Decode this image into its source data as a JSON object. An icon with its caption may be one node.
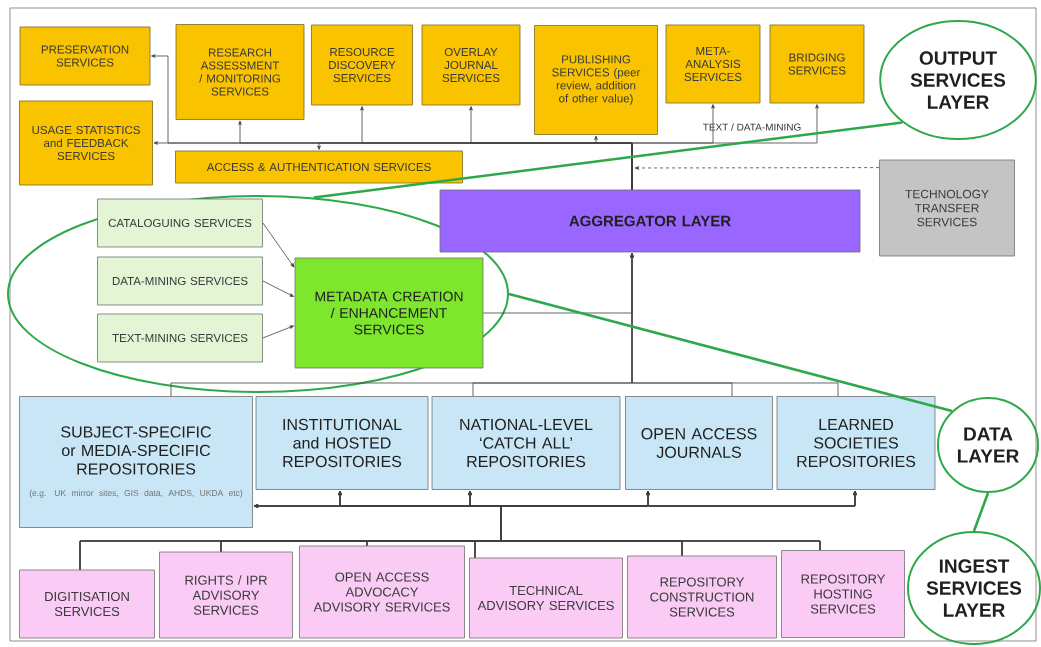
{
  "diagram": {
    "nodes": [
      {
        "text": [
          "PRESERVATION SERVICES"
        ]
      },
      {
        "text": [
          "RESEARCH ASSESSMENT / MONITORING SERVICES"
        ]
      },
      {
        "text": [
          "RESOURCE DISCOVERY SERVICES"
        ]
      },
      {
        "text": [
          "OVERLAY JOURNAL SERVICES"
        ]
      },
      {
        "text": [
          "PUBLISHING SERVICES (peer review, addition of other value)"
        ]
      },
      {
        "text": [
          "META-ANALYSIS SERVICES"
        ]
      },
      {
        "text": [
          "BRIDGING SERVICES"
        ]
      },
      {
        "text": [
          "USAGE STATISTICS and FEEDBACK SERVICES"
        ]
      },
      {
        "text": [
          "ACCESS & AUTHENTICATION SERVICES"
        ]
      },
      {
        "text": [
          "OUTPUT SERVICES LAYER"
        ]
      },
      {
        "text": [],
        "shape": "ellipse"
      },
      {
        "text": [
          "CATALOGUING SERVICES"
        ],
        "in": 10
      },
      {
        "text": [
          "DATA-MINING SERVICES"
        ],
        "in": 10
      },
      {
        "text": [
          "TEXT-MINING SERVICES"
        ],
        "in": 10
      },
      {
        "text": [
          "METADATA CREATION / ENHANCEMENT SERVICES"
        ],
        "in": 10
      },
      {
        "text": [
          "AGGREGATOR LAYER"
        ]
      },
      {
        "text": [
          "TECHNOLOGY TRANSFER SERVICES"
        ]
      },
      {
        "text": [
          "SUBJECT-SPECIFIC or MEDIA-SPECIFIC REPOSITORIES",
          "(e.g. UK mirror sites, GIS data, AHDS, UKDA etc)"
        ]
      },
      {
        "text": [
          "INSTITUTIONAL and HOSTED REPOSITORIES"
        ]
      },
      {
        "text": [
          "NATIONAL-LEVEL ‘CATCH ALL’ REPOSITORIES"
        ]
      },
      {
        "text": [
          "OPEN ACCESS JOURNALS"
        ]
      },
      {
        "text": [
          "LEARNED SOCIETIES REPOSITORIES"
        ]
      },
      {
        "text": [
          "DATA LAYER"
        ]
      },
      {
        "text": [
          "INGEST SERVICES LAYER"
        ]
      },
      {
        "text": [
          "DIGITISATION SERVICES"
        ]
      },
      {
        "text": [
          "RIGHTS / IPR ADVISORY SERVICES"
        ]
      },
      {
        "text": [
          "OPEN ACCESS ADVOCACY ADVISORY SERVICES"
        ]
      },
      {
        "text": [
          "TECHNICAL ADVISORY SERVICES"
        ]
      },
      {
        "text": [
          "REPOSITORY CONSTRUCTION SERVICES"
        ]
      },
      {
        "text": [
          "REPOSITORY HOSTING SERVICES"
        ]
      }
    ],
    "edges": [
      {
        "from": 15,
        "to": 0,
        "arrow": "to"
      },
      {
        "from": 15,
        "to": 1,
        "arrow": "to"
      },
      {
        "from": 15,
        "to": 2,
        "arrow": "to"
      },
      {
        "from": 15,
        "to": 3,
        "arrow": "to"
      },
      {
        "from": 15,
        "to": 4,
        "arrow": "to"
      },
      {
        "from": 15,
        "to": 5,
        "arrow": "to"
      },
      {
        "from": 15,
        "to": 6,
        "arrow": "to"
      },
      {
        "from": 15,
        "to": 7,
        "arrow": "to"
      },
      {
        "from": 15,
        "to": 8,
        "arrow": "to"
      },
      {
        "from": 16,
        "to": null,
        "arrow": "to",
        "style": "dashed"
      },
      {
        "from": 11,
        "to": 14,
        "arrow": "to"
      },
      {
        "from": 12,
        "to": 14,
        "arrow": "to"
      },
      {
        "from": 13,
        "to": 14,
        "arrow": "to"
      },
      {
        "from": 14,
        "to": 15,
        "arrow": "to"
      },
      {
        "from": 17,
        "to": 15,
        "arrow": "to"
      },
      {
        "from": 19,
        "to": 15,
        "arrow": "to"
      },
      {
        "from": 20,
        "to": 15,
        "arrow": "to"
      },
      {
        "from": 21,
        "to": 15,
        "arrow": "to"
      },
      {
        "from": 24,
        "to": 17,
        "arrow": "to"
      },
      {
        "from": 24,
        "to": 18,
        "arrow": "to"
      },
      {
        "from": 24,
        "to": 19,
        "arrow": "to"
      },
      {
        "from": 24,
        "to": 20,
        "arrow": "to"
      },
      {
        "from": 24,
        "to": 21,
        "arrow": "to"
      },
      {
        "from": 25,
        "to": 17,
        "arrow": "to"
      },
      {
        "from": 25,
        "to": 18,
        "arrow": "to"
      },
      {
        "from": 25,
        "to": 19,
        "arrow": "to"
      },
      {
        "from": 25,
        "to": 20,
        "arrow": "to"
      },
      {
        "from": 25,
        "to": 21,
        "arrow": "to"
      },
      {
        "from": 26,
        "to": 17,
        "arrow": "to"
      },
      {
        "from": 26,
        "to": 18,
        "arrow": "to"
      },
      {
        "from": 26,
        "to": 19,
        "arrow": "to"
      },
      {
        "from": 26,
        "to": 20,
        "arrow": "to"
      },
      {
        "from": 26,
        "to": 21,
        "arrow": "to"
      },
      {
        "from": 27,
        "to": 17,
        "arrow": "to"
      },
      {
        "from": 27,
        "to": 18,
        "arrow": "to"
      },
      {
        "from": 27,
        "to": 19,
        "arrow": "to"
      },
      {
        "from": 27,
        "to": 20,
        "arrow": "to"
      },
      {
        "from": 27,
        "to": 21,
        "arrow": "to"
      },
      {
        "from": 28,
        "to": 17,
        "arrow": "to"
      },
      {
        "from": 28,
        "to": 18,
        "arrow": "to"
      },
      {
        "from": 28,
        "to": 19,
        "arrow": "to"
      },
      {
        "from": 28,
        "to": 20,
        "arrow": "to"
      },
      {
        "from": 28,
        "to": 21,
        "arrow": "to"
      },
      {
        "from": 29,
        "to": 17,
        "arrow": "to"
      },
      {
        "from": 29,
        "to": 18,
        "arrow": "to"
      },
      {
        "from": 29,
        "to": 19,
        "arrow": "to"
      },
      {
        "from": 29,
        "to": 20,
        "arrow": "to"
      },
      {
        "from": 29,
        "to": 21,
        "arrow": "to"
      },
      {
        "from": 9,
        "to": 10,
        "arrow": "none",
        "style": "thick",
        "color": "#2ea84a"
      },
      {
        "from": 22,
        "to": 10,
        "arrow": "none",
        "style": "thick",
        "color": "#2ea84a"
      },
      {
        "from": 22,
        "to": 23,
        "arrow": "none",
        "style": "thick",
        "color": "#2ea84a"
      }
    ],
    "labels": [
      "TEXT / DATA-MINING"
    ]
  }
}
